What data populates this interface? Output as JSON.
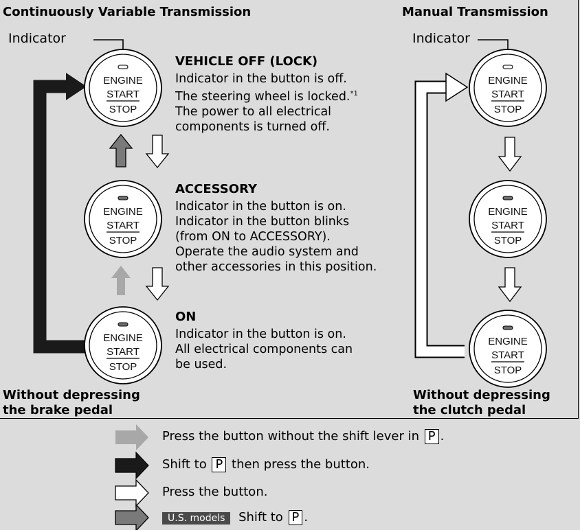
{
  "headers": {
    "cvt": "Continuously Variable Transmission",
    "manual": "Manual Transmission"
  },
  "indicator_label": "Indicator",
  "button": {
    "line1": "ENGINE",
    "line2": "START",
    "line3": "STOP"
  },
  "states": {
    "off": {
      "title": "VEHICLE OFF (LOCK)",
      "lines": [
        "Indicator in the button is off.",
        "The steering wheel is locked.",
        "The power to all electrical",
        "components is turned off."
      ],
      "footnote_mark": "*1"
    },
    "accessory": {
      "title": "ACCESSORY",
      "lines": [
        "Indicator in the button is on.",
        "Indicator in the button blinks",
        "(from ON to ACCESSORY).",
        "Operate the audio system and",
        "other accessories in this position."
      ]
    },
    "on": {
      "title": "ON",
      "lines": [
        "Indicator in the button is on.",
        "All electrical components can",
        "be used."
      ]
    }
  },
  "footers": {
    "cvt": [
      "Without depressing",
      "the brake pedal"
    ],
    "manual": [
      "Without depressing",
      "the clutch pedal"
    ]
  },
  "legend": [
    {
      "arrow": "light-gray",
      "before": "Press the button without the shift lever in ",
      "key": "P",
      "after": "."
    },
    {
      "arrow": "black",
      "before": "Shift to ",
      "key": "P",
      "after": " then press the button."
    },
    {
      "arrow": "white",
      "before": "Press the button.",
      "key": "",
      "after": ""
    },
    {
      "arrow": "dark-gray",
      "badge": "U.S. models",
      "before": " Shift to ",
      "key": "P",
      "after": "."
    }
  ],
  "colors": {
    "background": "#dcdcdc",
    "arrow_black": "#1a1a1a",
    "arrow_dark_gray": "#7a7a7a",
    "arrow_light_gray": "#9e9e9e",
    "arrow_white": "#ffffff",
    "indicator_on": "#6e6e6e"
  }
}
